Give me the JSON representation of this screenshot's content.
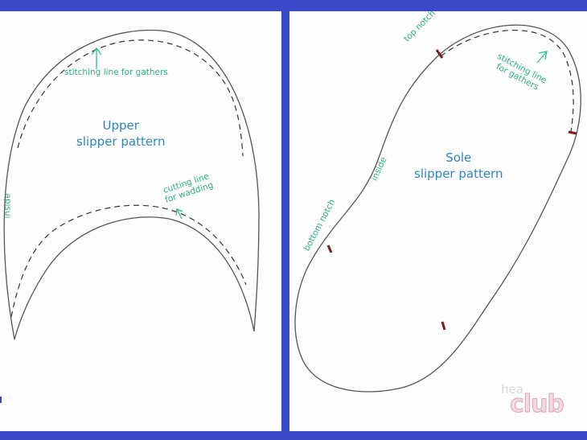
{
  "upper": {
    "title_line1": "Upper",
    "title_line2": "slipper pattern",
    "stitching_label": "stitching line for gathers",
    "cutting_label_line1": "cutting line",
    "cutting_label_line2": "for wadding",
    "inside_label": "inside"
  },
  "sole": {
    "title_line1": "Sole",
    "title_line2": "slipper pattern",
    "top_notch_label": "top notch",
    "stitching_label_line1": "stitching line",
    "stitching_label_line2": "for gathers",
    "inside_label": "inside",
    "bottom_notch_label": "bottom notch"
  },
  "watermark": {
    "small": "hea",
    "big": "club"
  },
  "colors": {
    "frame": "#3a49c8",
    "label": "#28b07a",
    "title": "#2e86c1",
    "notch": "#7a1c1c"
  }
}
